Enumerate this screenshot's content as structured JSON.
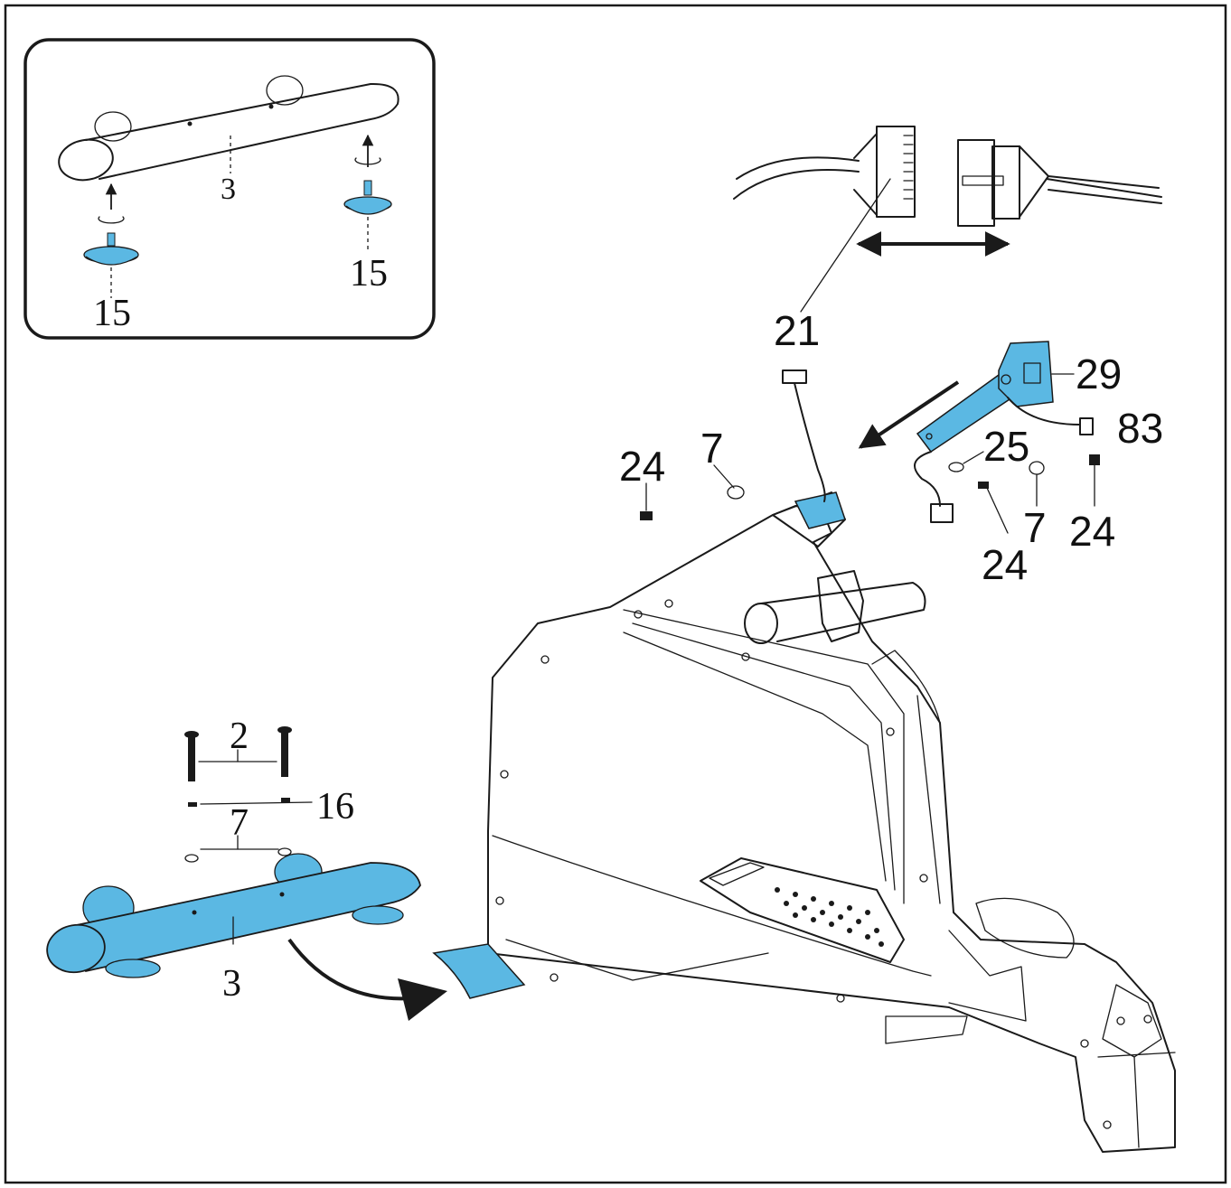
{
  "colors": {
    "highlight": "#5bb8e3",
    "line": "#1a1a1a",
    "background": "#ffffff"
  },
  "labels": {
    "inset_tube": "3",
    "inset_foot_left": "15",
    "inset_foot_right": "15",
    "connector": "21",
    "console_mast": "29",
    "sensor_wire": "83",
    "washer_small": "25",
    "screw_left": "24",
    "washer_left": "7",
    "washer_right": "7",
    "screw_right": "24",
    "screw_lower": "24",
    "bolts": "2",
    "nuts": "16",
    "washers": "7",
    "stabilizer": "3"
  }
}
